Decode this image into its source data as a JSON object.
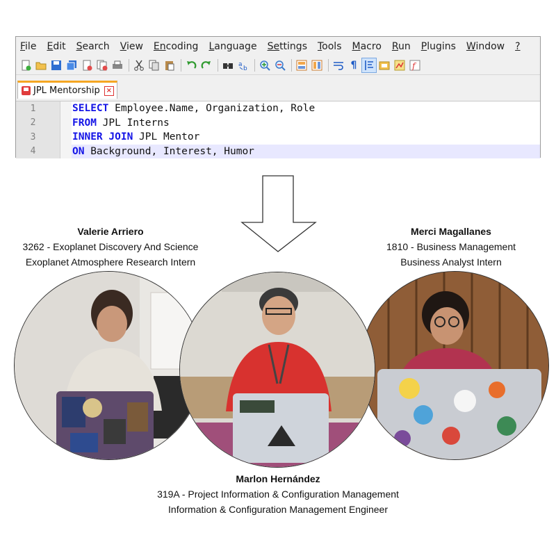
{
  "menubar": {
    "items": [
      {
        "underline": "F",
        "rest": "ile"
      },
      {
        "underline": "E",
        "rest": "dit"
      },
      {
        "underline": "S",
        "rest": "earch"
      },
      {
        "underline": "V",
        "rest": "iew"
      },
      {
        "underline": "En",
        "rest": "coding"
      },
      {
        "underline": "L",
        "rest": "anguage"
      },
      {
        "underline": "Se",
        "rest": "ttings"
      },
      {
        "underline": "T",
        "rest": "ools"
      },
      {
        "underline": "M",
        "rest": "acro"
      },
      {
        "underline": "R",
        "rest": "un"
      },
      {
        "underline": "P",
        "rest": "lugins"
      },
      {
        "underline": "W",
        "rest": "indow"
      },
      {
        "underline": "?",
        "rest": ""
      }
    ]
  },
  "toolbar": {
    "icons": [
      "new-file-icon",
      "open-file-icon",
      "save-icon",
      "save-all-icon",
      "close-icon",
      "close-all-icon",
      "print-icon",
      "cut-icon",
      "copy-icon",
      "paste-icon",
      "undo-icon",
      "redo-icon",
      "find-icon",
      "replace-icon",
      "zoom-in-icon",
      "zoom-out-icon",
      "sync-vertical-icon",
      "sync-horizontal-icon",
      "word-wrap-icon",
      "show-all-chars-icon",
      "indent-guide-icon",
      "folder-workspace-icon",
      "document-map-icon",
      "function-list-icon"
    ]
  },
  "tab": {
    "label": "JPL Mentorship"
  },
  "code": {
    "lines": [
      {
        "num": "1",
        "keyword": "SELECT",
        "text": " Employee.Name, Organization, Role"
      },
      {
        "num": "2",
        "keyword": "FROM",
        "text": " JPL Interns"
      },
      {
        "num": "3",
        "keyword": "INNER JOIN",
        "text": " JPL Mentor"
      },
      {
        "num": "4",
        "keyword": "ON",
        "text": " Background, Interest, Humor"
      }
    ]
  },
  "people": {
    "left": {
      "name": "Valerie Arriero",
      "org": "3262 - Exoplanet Discovery And Science",
      "role": "Exoplanet Atmosphere Research Intern"
    },
    "right": {
      "name": "Merci Magallanes",
      "org": "1810 - Business Management",
      "role": "Business Analyst Intern"
    },
    "center": {
      "name": "Marlon Hernández",
      "org": "319A - Project Information & Configuration Management",
      "role": "Information & Configuration Management Engineer"
    }
  },
  "colors": {
    "keyword": "#1414e6",
    "tab_accent": "#f5a623",
    "current_line": "#e8e8ff"
  }
}
